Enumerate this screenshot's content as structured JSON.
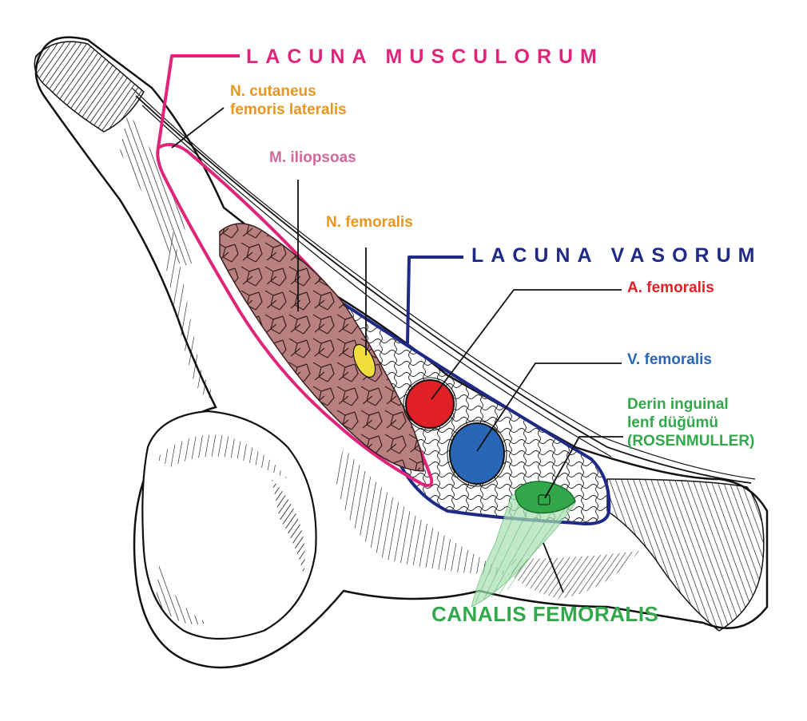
{
  "colors": {
    "musculorum": "#e0247a",
    "vasorum": "#1e2a86",
    "nerve_label": "#e8961e",
    "iliopsoas_label": "#d4689a",
    "iliopsoas_fill": "#b98080",
    "femoral_nerve_fill": "#f2de3a",
    "artery": "#e11f26",
    "vein": "#2a66b8",
    "lymph": "#33a84a",
    "canal_fill": "#a8e0b2",
    "bone_line": "#111111"
  },
  "labels": {
    "lacuna_musculorum": "LACUNA MUSCULORUM",
    "n_cutaneus": [
      "N. cutaneus",
      "femoris lateralis"
    ],
    "m_iliopsoas": "M. iliopsoas",
    "n_femoralis": "N. femoralis",
    "lacuna_vasorum": "LACUNA VASORUM",
    "a_femoralis": "A. femoralis",
    "v_femoralis": "V. femoralis",
    "lymph_node": [
      "Derin inguinal",
      "lenf düğümü",
      "(ROSENMULLER)"
    ],
    "canalis_femoralis": "CANALIS FEMORALIS"
  }
}
